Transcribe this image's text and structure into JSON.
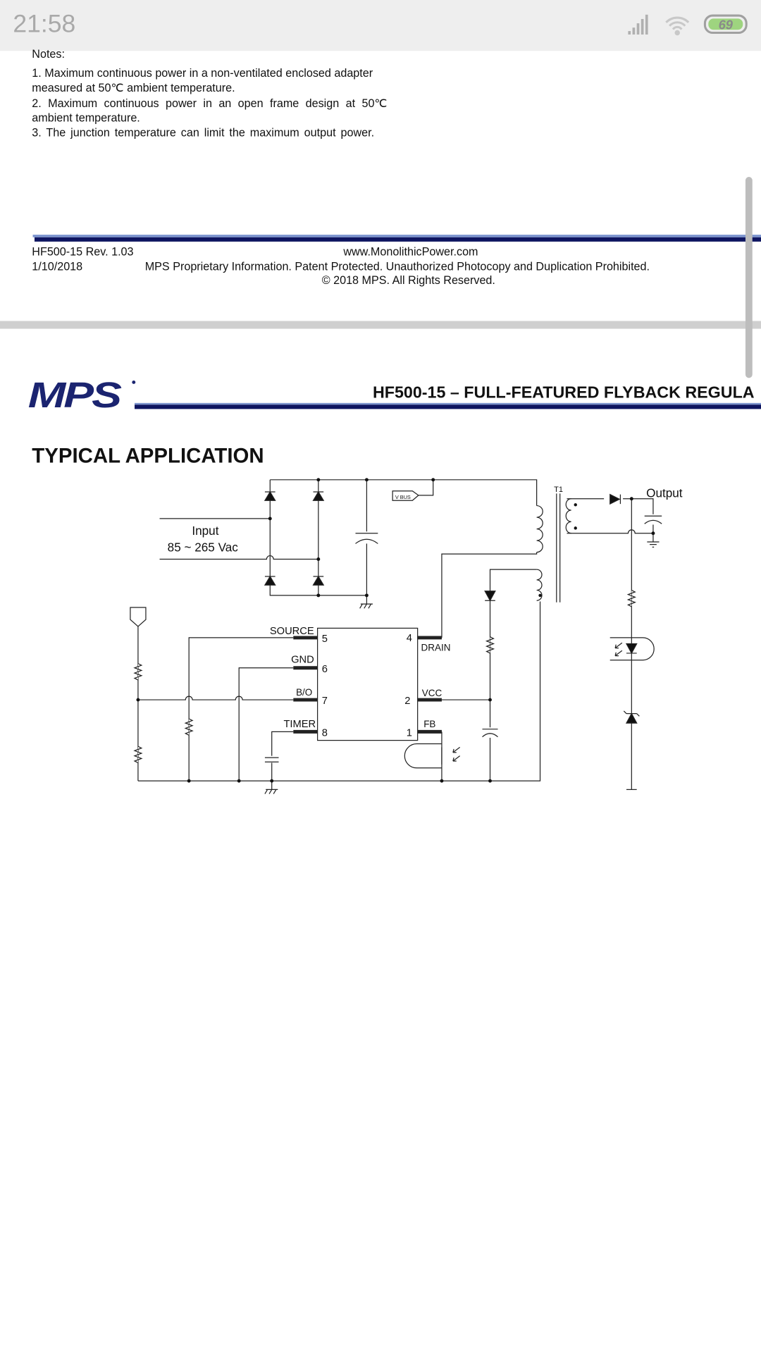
{
  "status_bar": {
    "time": "21:58",
    "battery": "69",
    "battery_color": "#9ed47f"
  },
  "page1": {
    "notes_heading": "Notes:",
    "notes": [
      "1. Maximum continuous power in a non-ventilated enclosed adapter",
      "measured at 50℃ ambient temperature.",
      "2. Maximum continuous power in an open frame design at 50℃",
      "ambient temperature.",
      "3. The junction temperature can limit the maximum output power."
    ],
    "footer": {
      "part_rev": "HF500-15 Rev. 1.03",
      "website": "www.MonolithicPower.com",
      "date": "1/10/2018",
      "proprietary": "MPS Proprietary Information. Patent Protected.  Unauthorized Photocopy and Duplication Prohibited.",
      "copyright": "© 2018 MPS. All Rights Reserved."
    }
  },
  "page2": {
    "logo_text": "MPS",
    "doc_title": "HF500-15 – FULL-FEATURED FLYBACK REGULA",
    "section_title": "TYPICAL APPLICATION",
    "schematic": {
      "input_label": "Input",
      "input_range": "85 ~ 265 Vac",
      "vbus_label": "V BUS",
      "t1_label": "T1",
      "output_label": "Output",
      "pins_left": [
        {
          "name": "SOURCE",
          "num": "5"
        },
        {
          "name": "GND",
          "num": "6"
        },
        {
          "name": "B/O",
          "num": "7"
        },
        {
          "name": "TIMER",
          "num": "8"
        }
      ],
      "pins_right": [
        {
          "name": "DRAIN",
          "num": "4"
        },
        {
          "name": "VCC",
          "num": "2"
        },
        {
          "name": "FB",
          "num": "1"
        }
      ]
    }
  },
  "colors": {
    "brand_navy": "#1b2470",
    "brand_blue": "#4a6fc0"
  }
}
